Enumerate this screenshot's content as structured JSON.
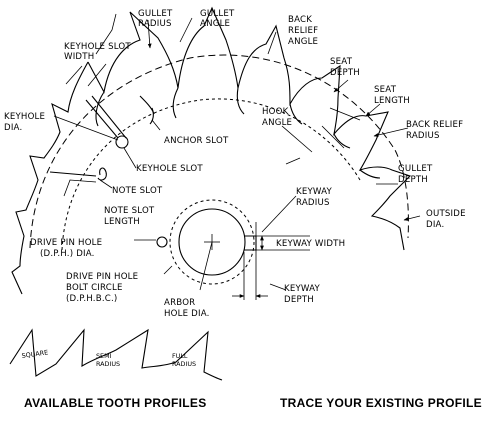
{
  "labels": {
    "gullet_radius": [
      "GULLET",
      "RADIUS"
    ],
    "gullet_angle": [
      "GULLET",
      "ANGLE"
    ],
    "back_relief_angle": [
      "BACK",
      "RELIEF",
      "ANGLE"
    ],
    "keyhole_slot_width": [
      "KEYHOLE SLOT",
      "WIDTH"
    ],
    "seat_depth": [
      "SEAT",
      "DEPTH"
    ],
    "seat_length": [
      "SEAT",
      "LENGTH"
    ],
    "hook_angle": [
      "HOOK",
      "ANGLE"
    ],
    "back_relief_radius": [
      "BACK RELIEF",
      "RADIUS"
    ],
    "keyhole_dia": [
      "KEYHOLE",
      "DIA."
    ],
    "anchor_slot": "ANCHOR SLOT",
    "keyhole_slot": "KEYHOLE SLOT",
    "note_slot": "NOTE SLOT",
    "gullet_depth": [
      "GULLET",
      "DEPTH"
    ],
    "note_slot_length": [
      "NOTE SLOT",
      "LENGTH"
    ],
    "keyway_radius": [
      "KEYWAY",
      "RADIUS"
    ],
    "outside_dia": [
      "OUTSIDE",
      "DIA."
    ],
    "keyway_width": "KEYWAY WIDTH",
    "drive_pin_hole_dia": [
      "DRIVE PIN HOLE",
      "(D.P.H.) DIA."
    ],
    "drive_pin_hole_bolt_circle": [
      "DRIVE PIN HOLE",
      "BOLT CIRCLE",
      "(D.P.H.B.C.)"
    ],
    "keyway_depth": [
      "KEYWAY",
      "DEPTH"
    ],
    "arbor_hole_dia": [
      "ARBOR",
      "HOLE DIA."
    ]
  },
  "tooth_profiles": {
    "square": "SQUARE",
    "semi_radius": [
      "SEMI",
      "RADIUS"
    ],
    "full_radius": [
      "FULL",
      "RADIUS"
    ]
  },
  "captions": {
    "available_tooth_profiles": "AVAILABLE TOOTH PROFILES",
    "trace_your_existing_profile": "TRACE YOUR EXISTING PROFILE"
  }
}
